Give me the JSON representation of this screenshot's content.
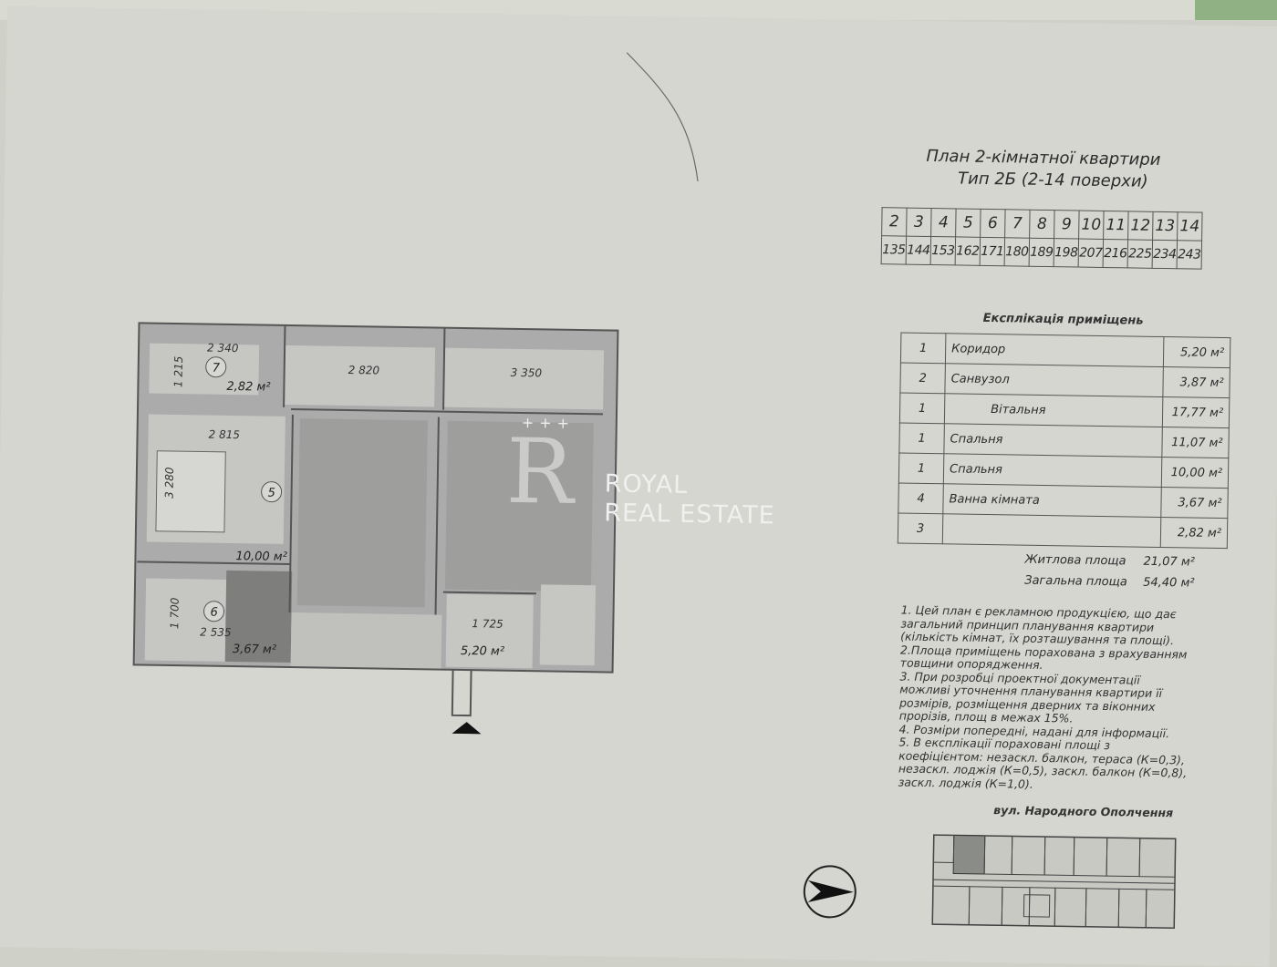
{
  "title": {
    "line1": "План 2-кімнатної квартири",
    "line2": "Тип 2Б (2-14 поверхи)"
  },
  "floors": {
    "numbers": [
      "2",
      "3",
      "4",
      "5",
      "6",
      "7",
      "8",
      "9",
      "10",
      "11",
      "12",
      "13",
      "14"
    ],
    "values": [
      "135",
      "144",
      "153",
      "162",
      "171",
      "180",
      "189",
      "198",
      "207",
      "216",
      "225",
      "234",
      "243"
    ]
  },
  "explication": {
    "title": "Експлікація приміщень",
    "rows": [
      {
        "n": "1",
        "name": "Коридор",
        "area": "5,20 м²"
      },
      {
        "n": "2",
        "name": "Санвузол",
        "area": "3,87 м²"
      },
      {
        "n": "1",
        "name": "Вітальня",
        "area": "17,77 м²"
      },
      {
        "n": "1",
        "name": "Спальня",
        "area": "11,07 м²"
      },
      {
        "n": "1",
        "name": "Спальня",
        "area": "10,00 м²"
      },
      {
        "n": "4",
        "name": "Ванна кімната",
        "area": "3,67 м²"
      },
      {
        "n": "3",
        "name": "",
        "area": "2,82 м²"
      }
    ]
  },
  "totals": {
    "living_label": "Житлова площа",
    "living_value": "21,07 м²",
    "total_label": "Загальна площа",
    "total_value": "54,40 м²"
  },
  "notes": [
    "1. Цей план є рекламною продукцією, що дає загальний принцип планування квартири (кількість кімнат, їх розташування та площі).",
    "2.Площа приміщень порахована з врахуванням товщини опорядження.",
    "3. При розробці проектної документації можливі уточнення планування квартири її розмірів, розміщення дверних та віконних прорізів, площ в межах 15%.",
    "4. Розміри попередні, надані для інформації.",
    "5. В експлікації пораховані площі з коефіцієнтом: незаскл. балкон, тераса (К=0,3), незаскл. лоджія (К=0,5), заскл. балкон (К=0,8), заскл. лоджія (К=1,0)."
  ],
  "street": "вул. Народного Ополчення",
  "plan": {
    "dims": [
      "2 340",
      "1 215",
      "2 820",
      "3 350",
      "2 815",
      "3 280",
      "1 700",
      "2 535",
      "1 725"
    ],
    "room_numbers": [
      "7",
      "5",
      "6"
    ],
    "areas": [
      "2,82 м²",
      "10,00 м²",
      "3,67 м²",
      "5,20 м²"
    ]
  },
  "watermark": {
    "line1": "ROYAL",
    "line2": "REAL ESTATE",
    "letter": "R",
    "stars": "+++"
  }
}
